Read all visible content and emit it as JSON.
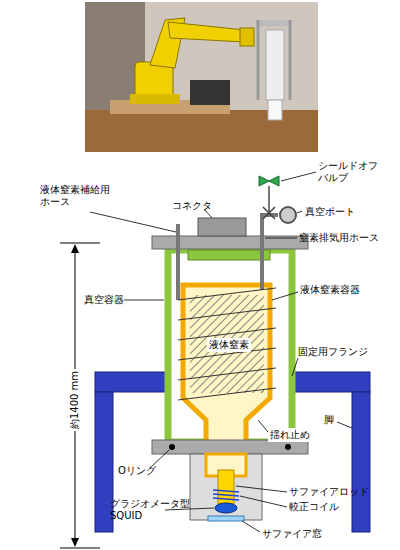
{
  "diagram": {
    "labels": [
      "液体窒素補給用 ホース",
      "コネクタ",
      "シールドオフ バルブ",
      "真空ポート",
      "窒素排気用ホース",
      "真空容器",
      "液体窒素容器",
      "液体窒素",
      "固定用フランジ",
      "脚",
      "Oリング",
      "揺れ止め",
      "サファイアロッド",
      "較正コイル",
      "グラジオメータ型 SQUID",
      "サファイア窓",
      "約1400 mm"
    ]
  }
}
